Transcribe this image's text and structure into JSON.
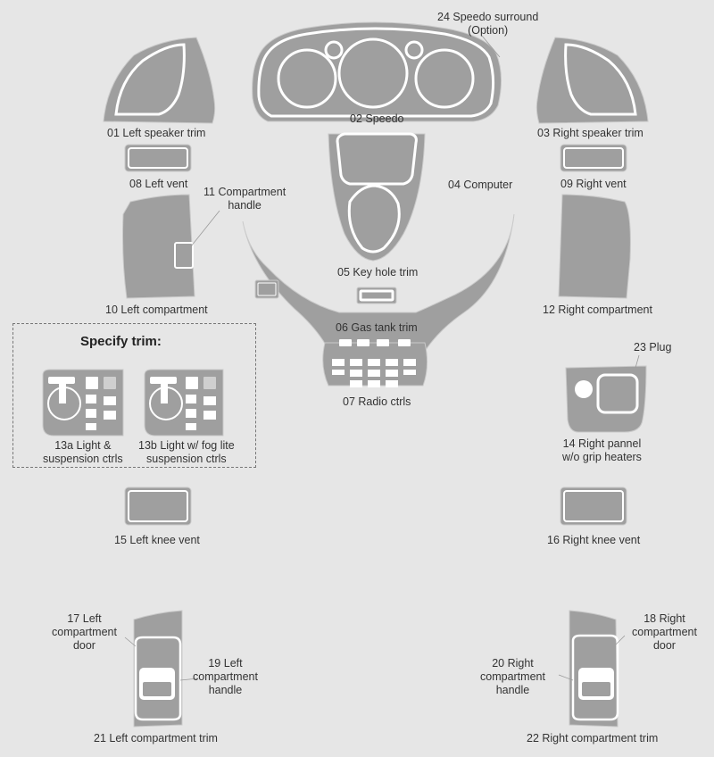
{
  "labels": {
    "p01": "01 Left speaker trim",
    "p02": "02 Speedo",
    "p03": "03 Right speaker trim",
    "p04": "04 Computer",
    "p05": "05 Key hole trim",
    "p06": "06 Gas tank trim",
    "p07": "07 Radio ctrls",
    "p08": "08 Left vent",
    "p09": "09 Right vent",
    "p10": "10 Left compartment",
    "p11_l1": "11 Compartment",
    "p11_l2": "handle",
    "p12": "12 Right compartment",
    "p13a_l1": "13a Light &",
    "p13a_l2": "suspension ctrls",
    "p13b_l1": "13b Light w/ fog lite",
    "p13b_l2": "suspension ctrls",
    "p14_l1": "14 Right pannel",
    "p14_l2": "w/o grip heaters",
    "p15": "15 Left knee vent",
    "p16": "16 Right knee vent",
    "p17_l1": "17 Left",
    "p17_l2": "compartment",
    "p17_l3": "door",
    "p18_l1": "18 Right",
    "p18_l2": "compartment",
    "p18_l3": "door",
    "p19_l1": "19 Left",
    "p19_l2": "compartment",
    "p19_l3": "handle",
    "p20_l1": "20 Right",
    "p20_l2": "compartment",
    "p20_l3": "handle",
    "p21": "21 Left compartment trim",
    "p22": "22 Right compartment trim",
    "p23": "23 Plug",
    "p24_l1": "24 Speedo surround",
    "p24_l2": "(Option)"
  },
  "specify_title": "Specify trim:",
  "colors": {
    "background": "#e6e6e6",
    "part_fill": "#9f9f9f",
    "highlight": "#ffffff"
  }
}
